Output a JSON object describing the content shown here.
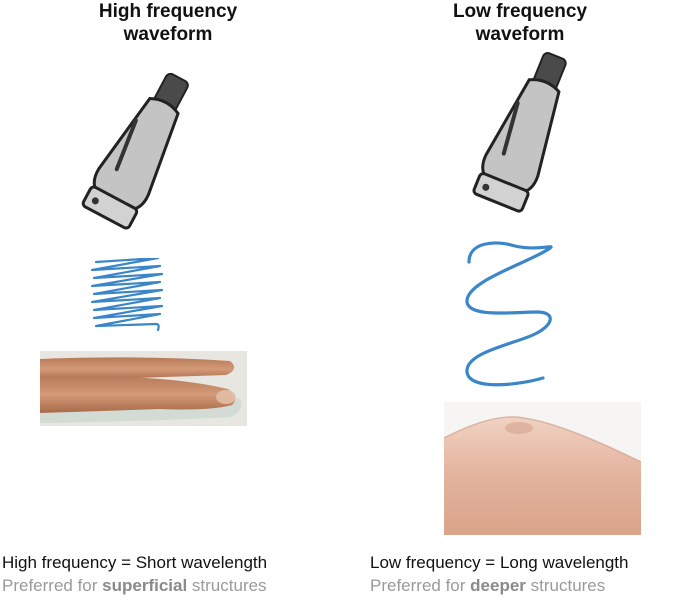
{
  "left": {
    "title_line1": "High frequency",
    "title_line2": "waveform",
    "caption_main": "High frequency = Short wavelength",
    "caption_sub_prefix": "Preferred for ",
    "caption_sub_bold": "superficial",
    "caption_sub_suffix": " structures"
  },
  "right": {
    "title_line1": "Low frequency",
    "title_line2": "waveform",
    "caption_main": "Low frequency = Long wavelength",
    "caption_sub_prefix": "Preferred for ",
    "caption_sub_bold": "deeper",
    "caption_sub_suffix": " structures"
  },
  "colors": {
    "wave": "#3a86c8",
    "probe_body": "#c4c4c4",
    "probe_cable": "#4a4a4a",
    "skin": "#d9a07e"
  },
  "icons": {
    "probe": "ultrasound-probe-icon",
    "finger_photo": "finger-photo",
    "elbow_photo": "elbow-photo"
  }
}
